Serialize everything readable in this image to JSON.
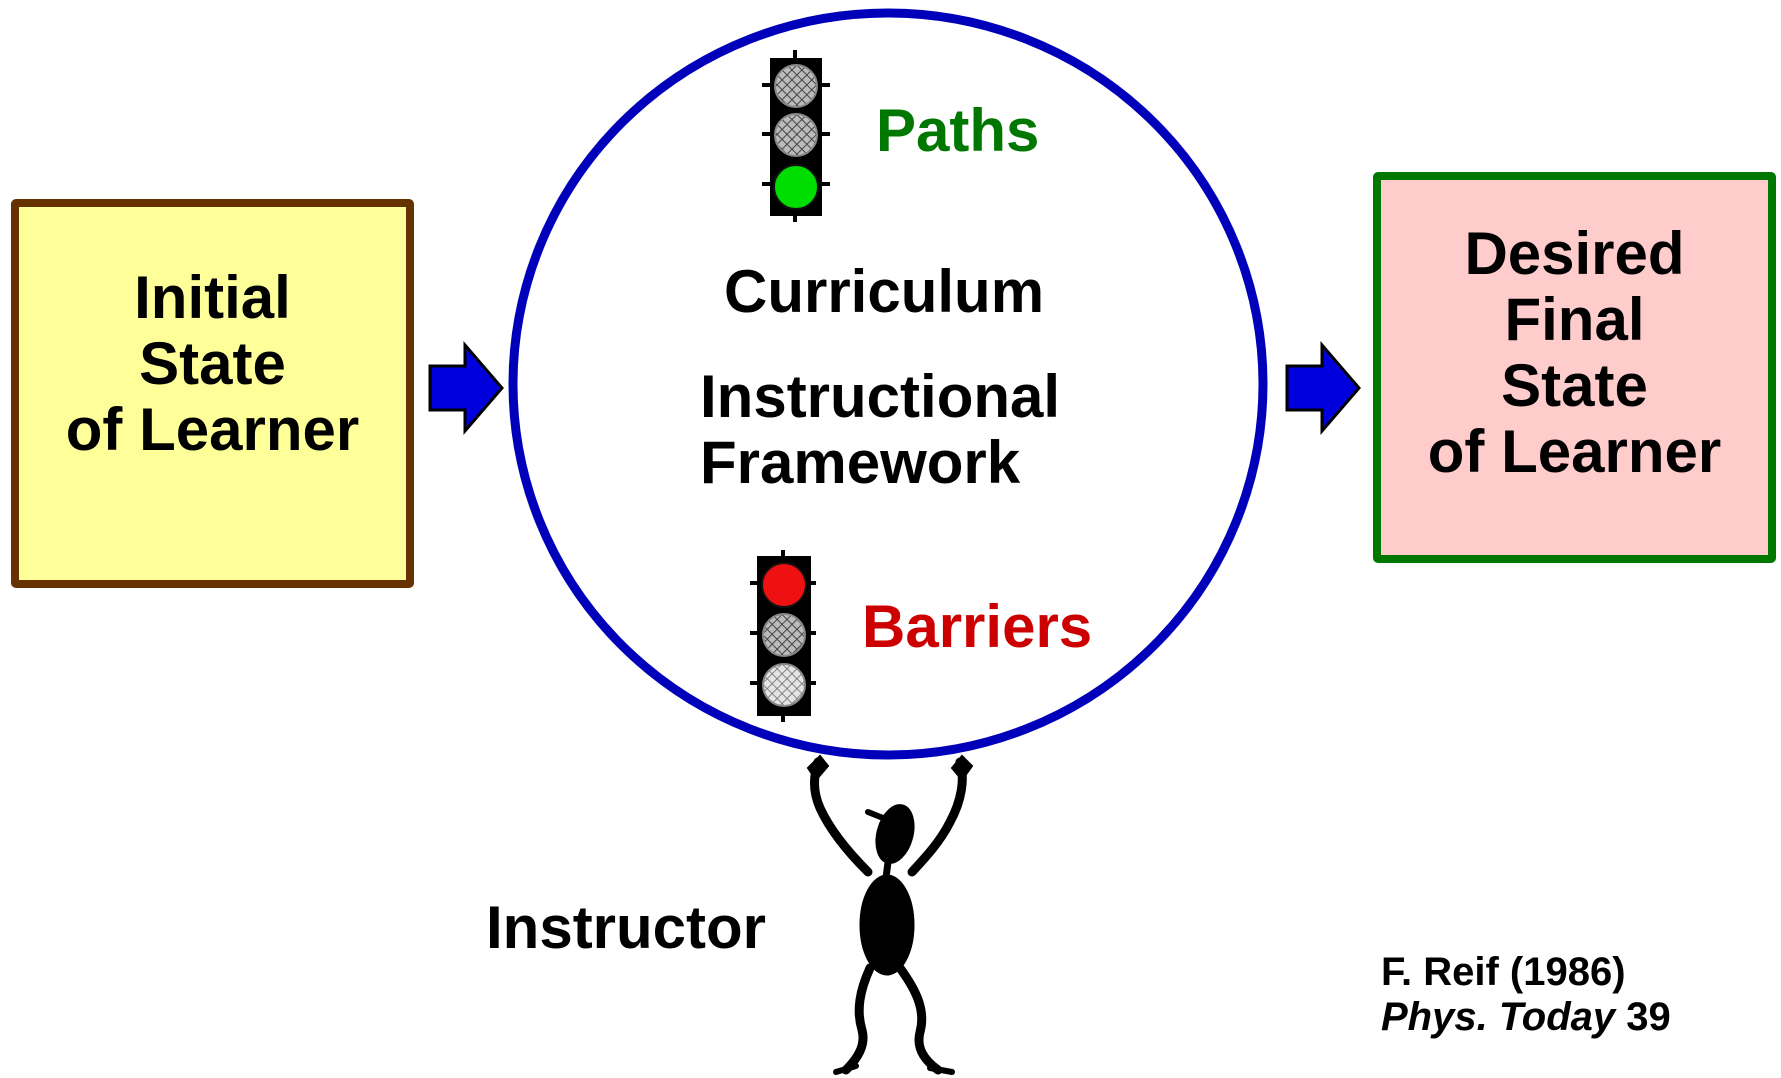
{
  "initial_state": {
    "lines": [
      "Initial",
      "State",
      "of Learner"
    ]
  },
  "final_state": {
    "lines": [
      "Desired",
      "Final",
      "State",
      "of Learner"
    ]
  },
  "center": {
    "curriculum": "Curriculum",
    "framework_lines": [
      "Instructional",
      "Framework"
    ]
  },
  "paths": {
    "label": "Paths",
    "color": "#007700",
    "light_color": "#00dd00"
  },
  "barriers": {
    "label": "Barriers",
    "color": "#cc0000",
    "light_color": "#ee1111"
  },
  "instructor": {
    "label": "Instructor"
  },
  "citation": {
    "line1": "F. Reif (1986)",
    "journal": "Phys. Today",
    "volume": " 39"
  },
  "colors": {
    "circle_stroke": "#0000bb",
    "arrow_fill": "#0000dd",
    "initial_fill": "#ffff99",
    "initial_border": "#663300",
    "final_fill": "#ffcccc",
    "final_border": "#007700"
  }
}
